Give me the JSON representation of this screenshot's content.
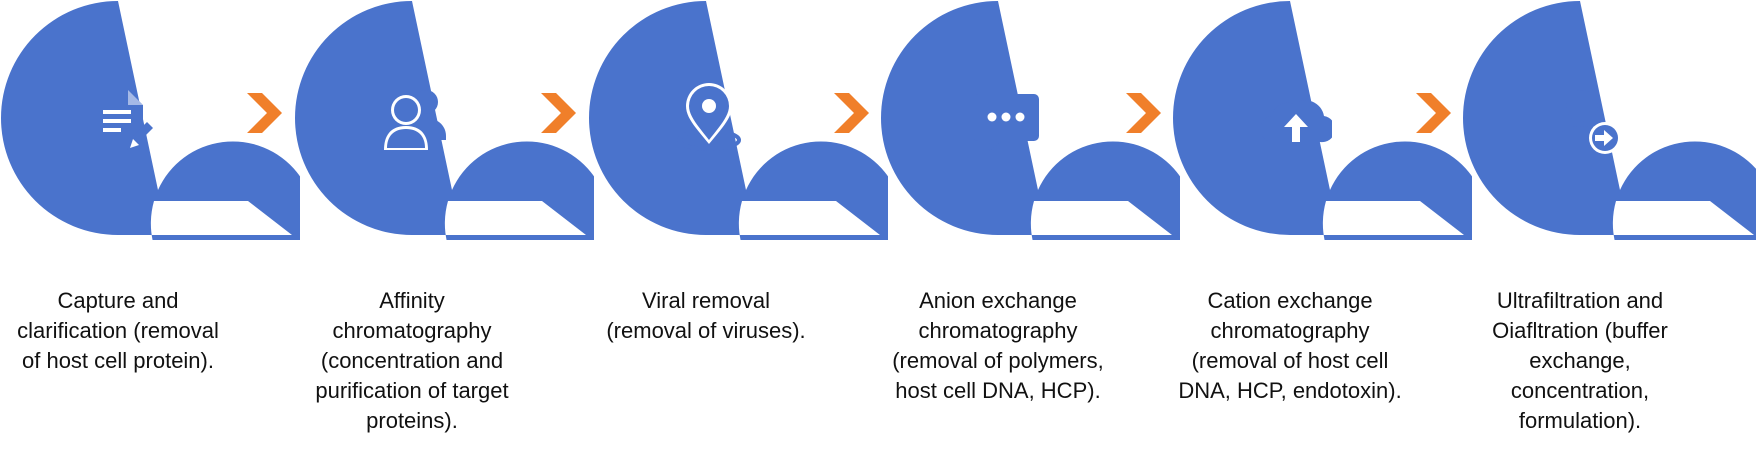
{
  "colors": {
    "ring": "#4A73CC",
    "chevron": "#F07F2A",
    "text": "#111111"
  },
  "steps": [
    {
      "icon": "document-edit-icon",
      "lines": [
        "Capture and",
        "clarification (removal",
        "of host cell protein)."
      ]
    },
    {
      "icon": "users-icon",
      "lines": [
        "Affinity",
        "chromatography",
        "(concentration and",
        "purification of target",
        "proteins)."
      ]
    },
    {
      "icon": "location-pin-icon",
      "lines": [
        "Viral removal",
        "(removal of viruses)."
      ]
    },
    {
      "icon": "chat-bubble-icon",
      "lines": [
        "Anion exchange",
        "chromatography",
        "(removal of polymers,",
        "host cell DNA, HCP)."
      ]
    },
    {
      "icon": "cloud-upload-icon",
      "lines": [
        "Cation exchange",
        "chromatography",
        "(removal of host cell",
        "DNA, HCP, endotoxin)."
      ]
    },
    {
      "icon": "user-arrow-icon",
      "lines": [
        "Ultrafiltration and",
        "Oiafltration (buffer",
        "exchange,",
        "concentration,",
        "formulation)."
      ]
    }
  ]
}
